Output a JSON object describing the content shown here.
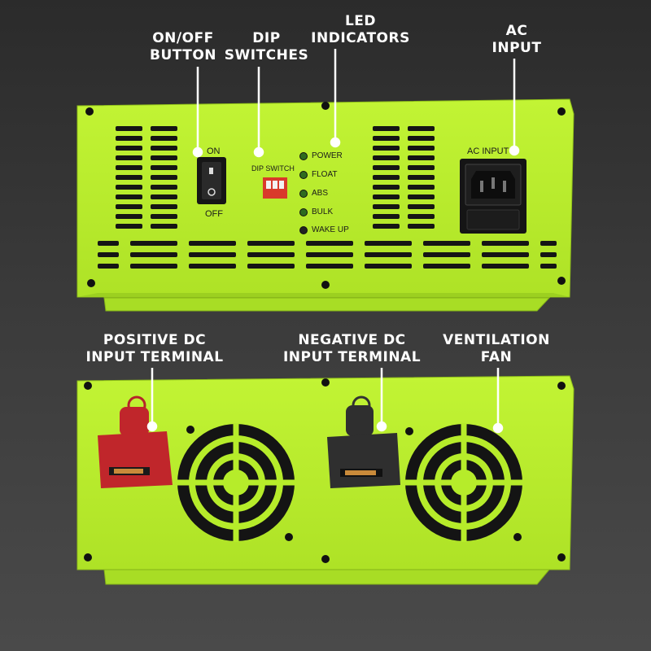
{
  "callouts": {
    "on_off": "ON/OFF\nBUTTON",
    "dip": "DIP\nSWITCHES",
    "led": "LED\nINDICATORS",
    "ac": "AC\nINPUT",
    "pos_dc": "POSITIVE DC\nINPUT TERMINAL",
    "neg_dc": "NEGATIVE DC\nINPUT TERMINAL",
    "vent": "VENTILATION\nFAN"
  },
  "front_panel": {
    "switch_on": "ON",
    "switch_off": "OFF",
    "dip_label": "DIP SWITCH",
    "ac_label": "AC INPUT",
    "leds": [
      {
        "label": "POWER",
        "color": "#2e6b1f"
      },
      {
        "label": "FLOAT",
        "color": "#2e6b1f"
      },
      {
        "label": "ABS",
        "color": "#2e6b1f"
      },
      {
        "label": "BULK",
        "color": "#2e6b1f"
      },
      {
        "label": "WAKE UP",
        "color": "#222222"
      }
    ]
  },
  "colors": {
    "chassis": "#b8ef2a",
    "chassis_shade": "#a3d823",
    "positive_terminal": "#c0262b",
    "negative_terminal": "#2f2f2f",
    "dip_switch": "#d93a2b"
  }
}
